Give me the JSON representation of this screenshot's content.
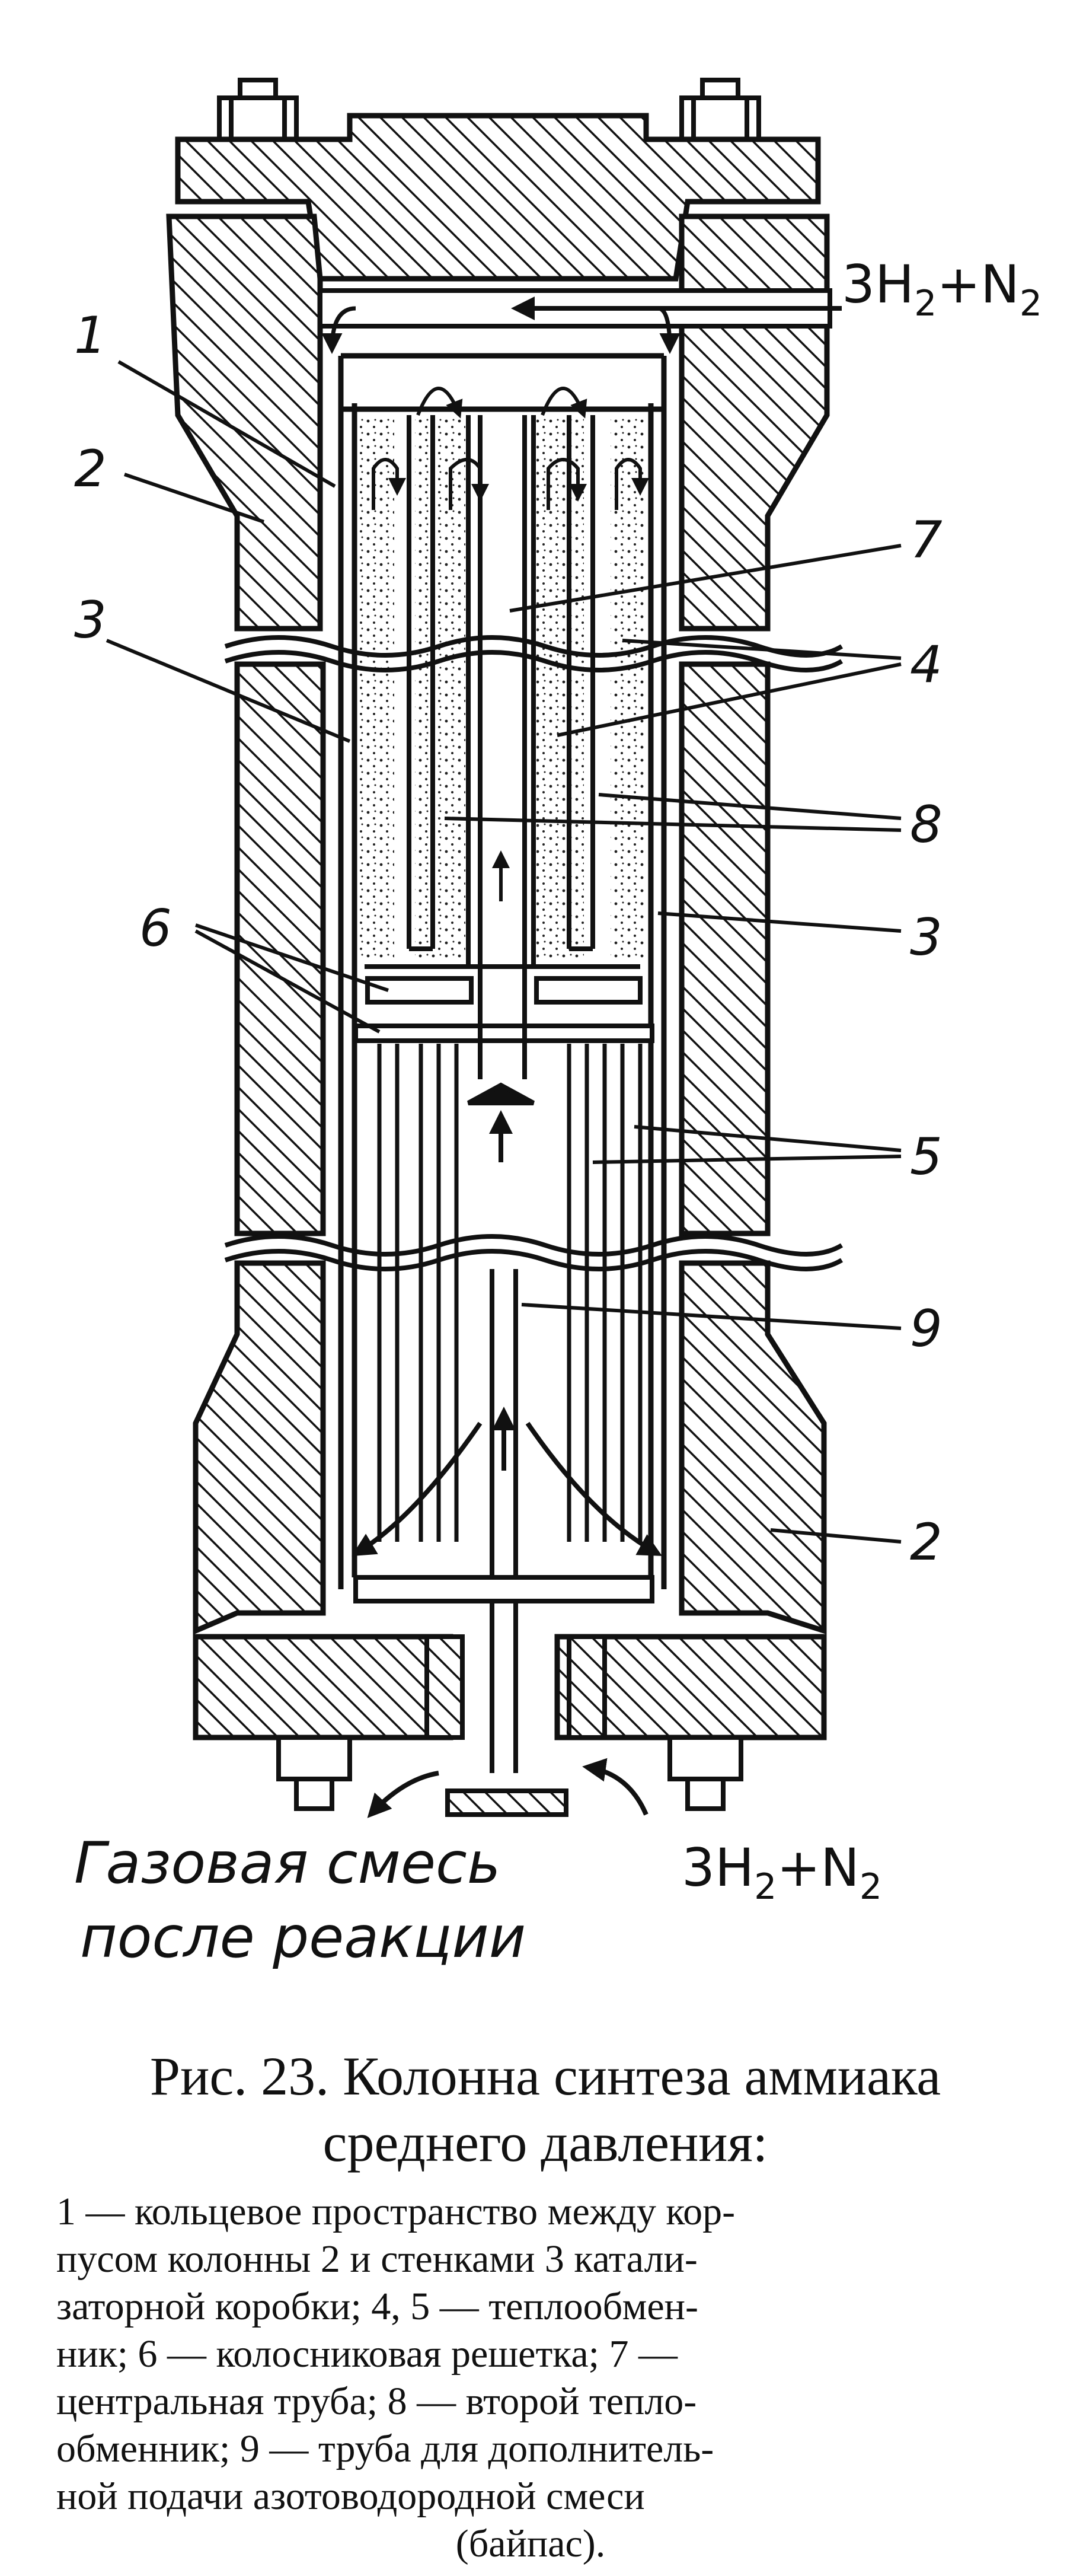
{
  "figure": {
    "inlet_top": {
      "main": "3H",
      "sub": "2",
      "plus": "+N",
      "sub2": "2"
    },
    "inlet_bottom": {
      "main": "3H",
      "sub": "2",
      "plus": "+N",
      "sub2": "2"
    },
    "outlet_line1": "Газовая смесь",
    "outlet_line2": "после реакции",
    "labels": {
      "l1": "1",
      "l2a": "2",
      "l3a": "3",
      "l7": "7",
      "l4": "4",
      "l8": "8",
      "l6": "6",
      "l3b": "3",
      "l5": "5",
      "l9": "9",
      "l2b": "2"
    }
  },
  "caption": {
    "line1": "Рис. 23. Колонна синтеза аммиака",
    "line2": "среднего давления:"
  },
  "legend": {
    "rows": [
      "1 — кольцевое пространство между кор-",
      "пусом колонны 2 и стенками 3 катали-",
      "заторной коробки; 4, 5 — теплообмен-",
      "ник; 6 — колосниковая решетка; 7 —",
      "центральная труба; 8 — второй тепло-",
      "обменник; 9 — труба для дополнитель-",
      "ной подачи азотоводородной смеси",
      "(байпас)."
    ]
  }
}
